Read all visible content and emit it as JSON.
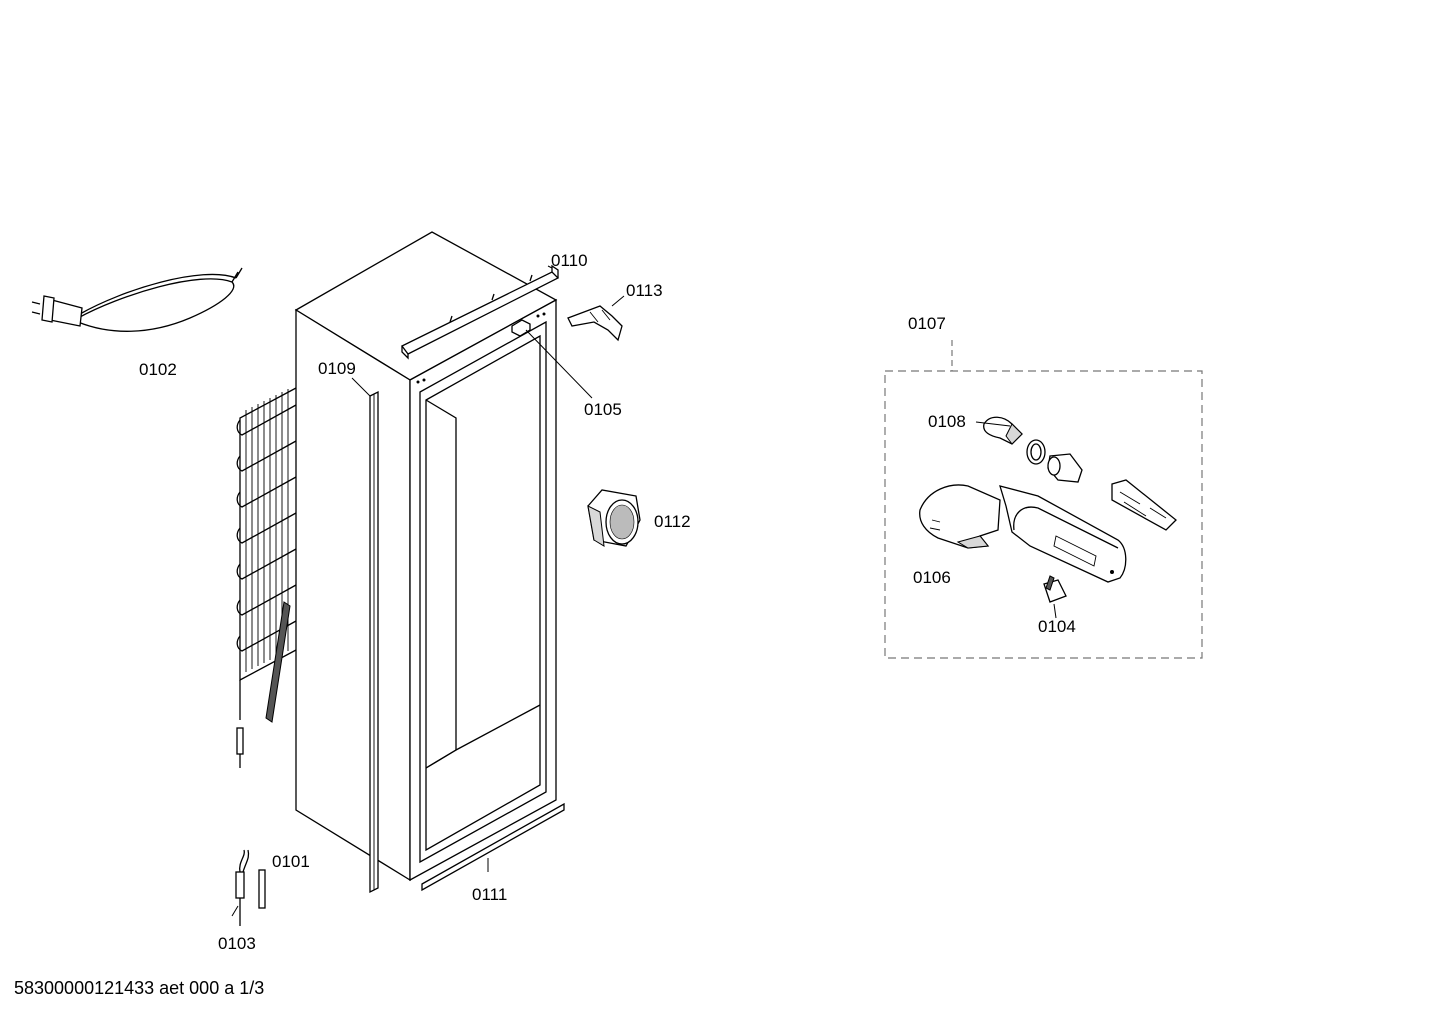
{
  "document_id": "58300000121433 aet 000 a 1/3",
  "part_labels": {
    "p0101": "0101",
    "p0102": "0102",
    "p0103": "0103",
    "p0104": "0104",
    "p0105": "0105",
    "p0106": "0106",
    "p0107": "0107",
    "p0108": "0108",
    "p0109": "0109",
    "p0110": "0110",
    "p0111": "0111",
    "p0112": "0112",
    "p0113": "0113"
  }
}
